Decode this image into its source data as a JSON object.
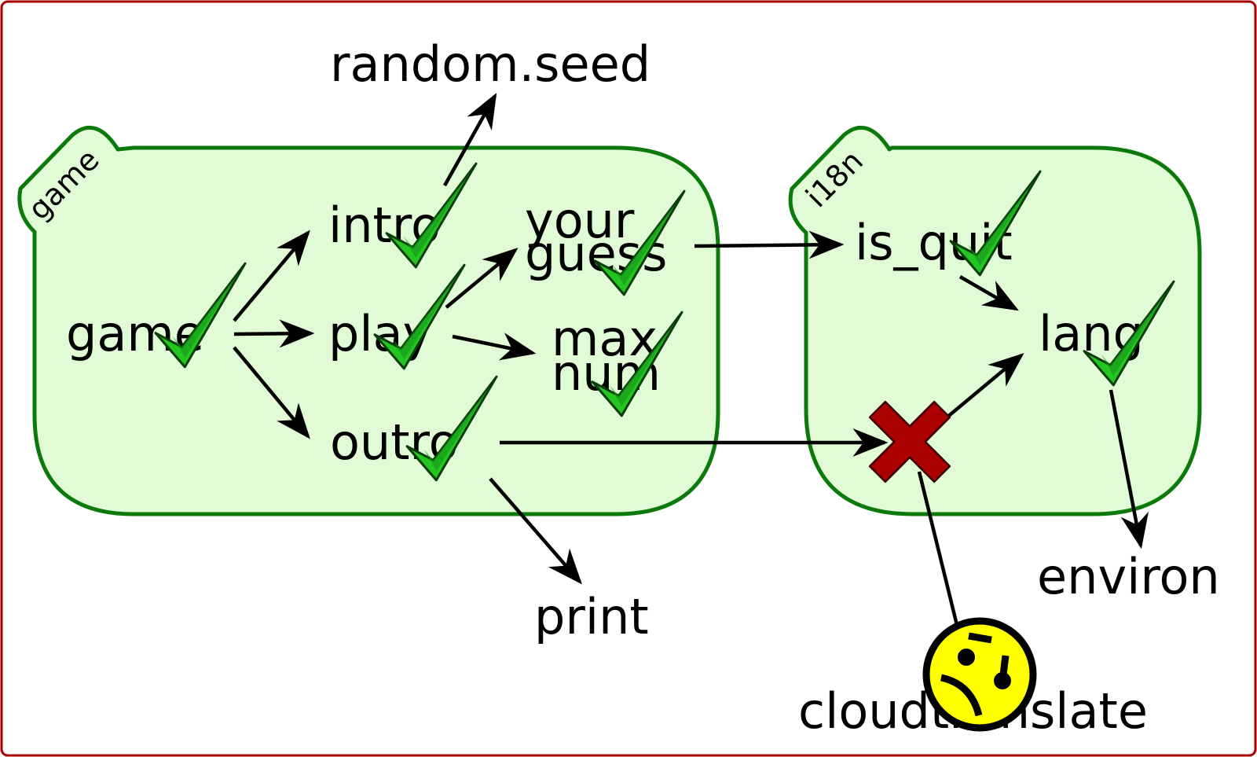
{
  "groups": {
    "game": {
      "label": "game"
    },
    "i18n": {
      "label": "i18n"
    }
  },
  "nodes": {
    "game": "game",
    "intro": "intro",
    "play": "play",
    "outro": "outro",
    "your_guess_line1": "your",
    "your_guess_line2": "guess",
    "max_num_line1": "max",
    "max_num_line2": "num",
    "random_seed": "random.seed",
    "print": "print",
    "is_quit": "is_quit",
    "lang": "lang",
    "environ": "environ",
    "cloudtranslate": "cloudtranslate"
  },
  "edges": [
    {
      "from": "game",
      "to": "intro"
    },
    {
      "from": "game",
      "to": "play"
    },
    {
      "from": "game",
      "to": "outro"
    },
    {
      "from": "intro",
      "to": "random.seed"
    },
    {
      "from": "play",
      "to": "your guess"
    },
    {
      "from": "play",
      "to": "max num"
    },
    {
      "from": "your guess",
      "to": "is_quit"
    },
    {
      "from": "outro",
      "to": "print"
    },
    {
      "from": "outro",
      "to": "unresolved (cross)"
    },
    {
      "from": "is_quit",
      "to": "lang"
    },
    {
      "from": "unresolved (cross)",
      "to": "lang"
    },
    {
      "from": "lang",
      "to": "environ"
    },
    {
      "from": "unresolved (cross)",
      "to": "cloudtranslate"
    }
  ],
  "status_marks": {
    "check": [
      "game",
      "intro",
      "play",
      "outro",
      "your guess",
      "max num",
      "is_quit",
      "lang"
    ],
    "cross": [
      "unresolved call into i18n"
    ],
    "sad_face": [
      "cloudtranslate"
    ]
  },
  "colors": {
    "group_fill": "#e0fbd6",
    "group_stroke": "#0b7a0b",
    "check_fill": "#23c51f",
    "cross_fill": "#aa0000",
    "face_fill": "#ffff00",
    "frame": "#aa0000"
  }
}
